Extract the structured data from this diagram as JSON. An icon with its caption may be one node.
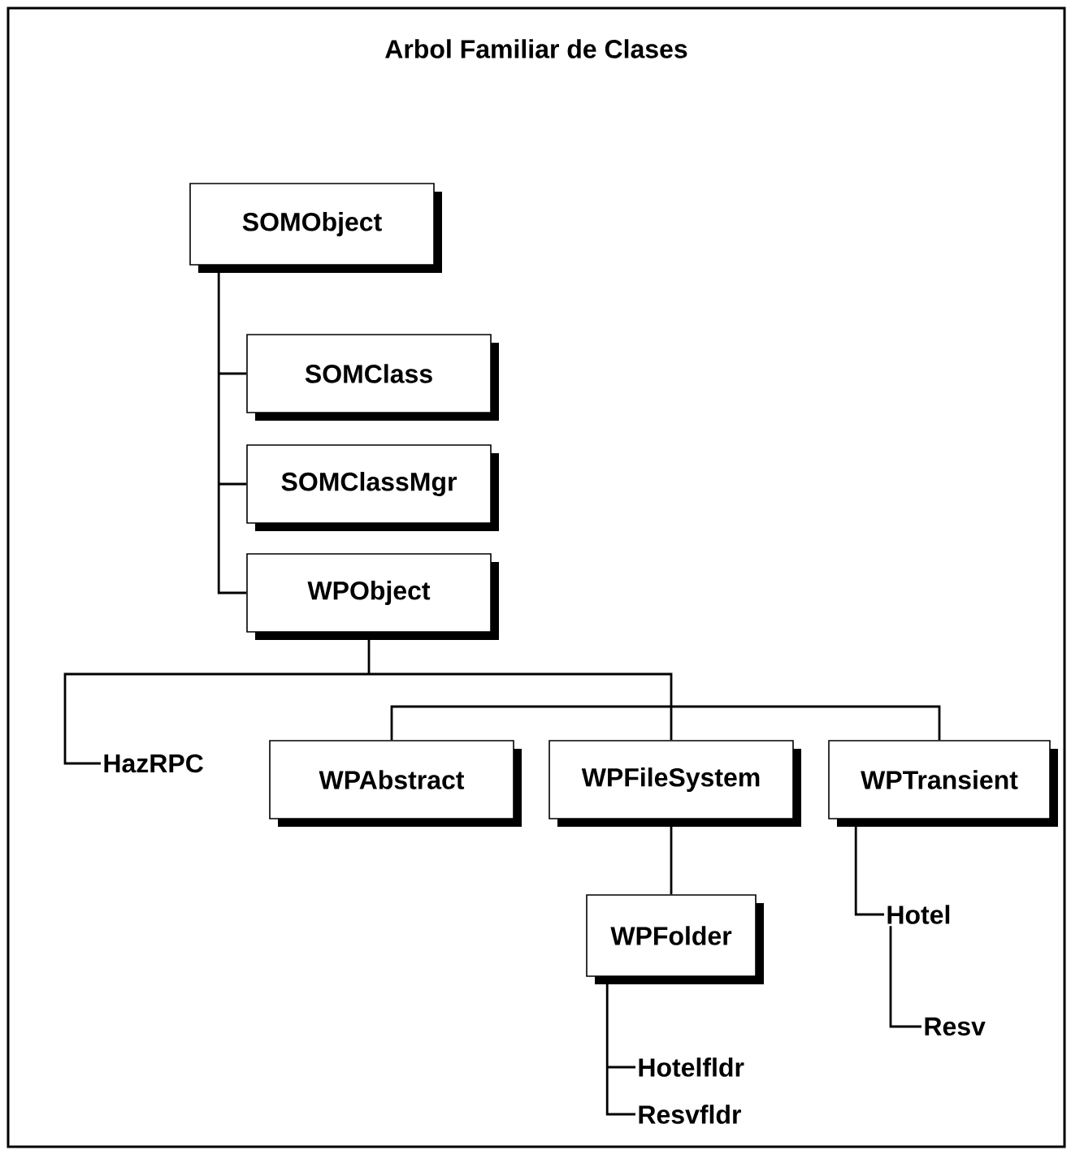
{
  "diagram": {
    "title": "Arbol Familiar de Clases",
    "nodes": [
      {
        "text": [
          "SOMObject"
        ]
      },
      {
        "text": [
          "SOMClass"
        ]
      },
      {
        "text": [
          "SOMClassMgr"
        ]
      },
      {
        "text": [
          "WPObject"
        ]
      },
      {
        "text": [
          "HazRPC"
        ]
      },
      {
        "text": [
          "WPAbstract"
        ]
      },
      {
        "text": [
          "WPFileSystem"
        ]
      },
      {
        "text": [
          "WPTransient"
        ]
      },
      {
        "text": [
          "WPFolder"
        ]
      },
      {
        "text": [
          "Hotel"
        ]
      },
      {
        "text": [
          "Resv"
        ]
      },
      {
        "text": [
          "Hotelfldr"
        ]
      },
      {
        "text": [
          "Resvfldr"
        ]
      }
    ],
    "edges": [
      {
        "from": 0,
        "to": 1,
        "arrow": "none"
      },
      {
        "from": 0,
        "to": 2,
        "arrow": "none"
      },
      {
        "from": 0,
        "to": 3,
        "arrow": "none"
      },
      {
        "from": 3,
        "to": 4,
        "arrow": "none"
      },
      {
        "from": 3,
        "to": 5,
        "arrow": "none"
      },
      {
        "from": 3,
        "to": 6,
        "arrow": "none"
      },
      {
        "from": 3,
        "to": 7,
        "arrow": "none"
      },
      {
        "from": 6,
        "to": 8,
        "arrow": "none"
      },
      {
        "from": 7,
        "to": 9,
        "arrow": "none"
      },
      {
        "from": 9,
        "to": 10,
        "arrow": "none"
      },
      {
        "from": 8,
        "to": 11,
        "arrow": "none"
      },
      {
        "from": 8,
        "to": 12,
        "arrow": "none"
      }
    ]
  }
}
